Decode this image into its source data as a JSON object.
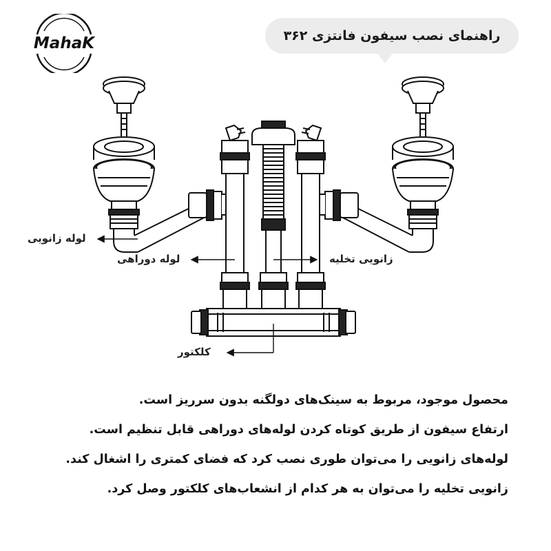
{
  "logo": {
    "text": "MahaK"
  },
  "header": {
    "title": "راهنمای نصب سیفون فانتزی ۳۶۲"
  },
  "labels": {
    "elbow_pipe": "لوله زانویی",
    "detour_pipe": "لوله دوراهی",
    "drain_elbow": "زانویی تخلیه",
    "collector": "کلکتور"
  },
  "description": [
    "محصول موجود، مربوط به سینک‌های دولگنه بدون سرریز است.",
    "ارتفاع سیفون از طریق کوتاه کردن لوله‌های  دوراهی قابل تنظیم است.",
    "لوله‌های زانویی را می‌توان طوری نصب کرد که فضای کمتری را اشغال کند.",
    "زانویی تخلیه را می‌توان به هر کدام از انشعاب‌های کلکتور وصل کرد."
  ]
}
